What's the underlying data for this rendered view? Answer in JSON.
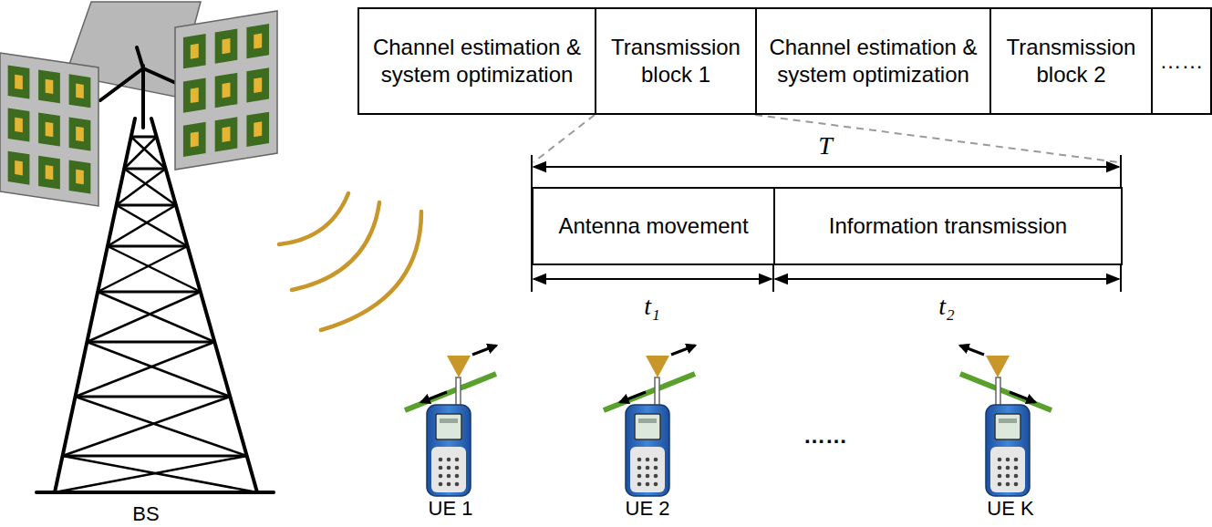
{
  "diagram": {
    "nodes": [
      {
        "text": [
          "Channel estimation & system optimization"
        ]
      },
      {
        "text": [
          "Transmission block 1"
        ]
      },
      {
        "text": [
          "Channel estimation & system optimization"
        ]
      },
      {
        "text": [
          "Transmission block 2"
        ]
      },
      {
        "text": [
          "……"
        ]
      },
      {
        "text": [
          "Antenna movement"
        ]
      },
      {
        "text": [
          "Information transmission"
        ]
      }
    ],
    "labels": [
      "T",
      "t₁",
      "t₂",
      "BS",
      "UE 1",
      "UE 2",
      "……",
      "UE K"
    ]
  }
}
